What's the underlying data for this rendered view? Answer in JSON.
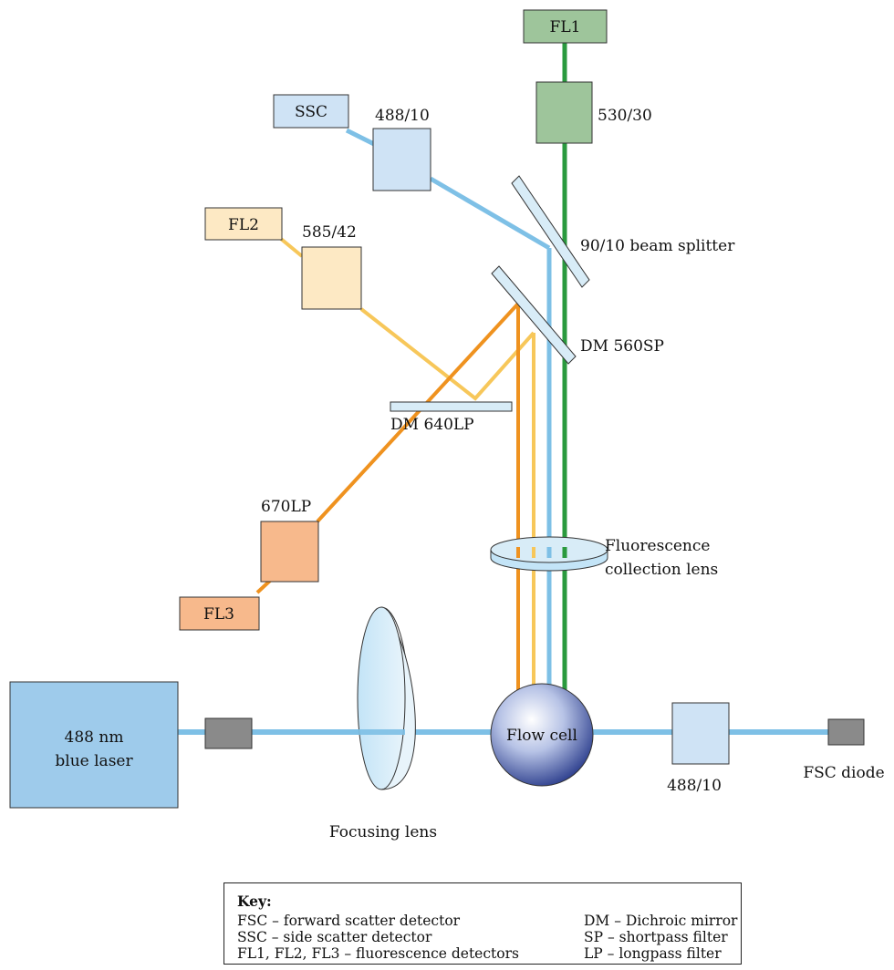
{
  "components": {
    "fl1": "FL1",
    "ssc": "SSC",
    "fl2": "FL2",
    "fl3": "FL3",
    "fsc_diode": "FSC diode",
    "laser_line1": "488 nm",
    "laser_line2": "blue laser",
    "flow_cell": "Flow cell",
    "focusing_lens": "Focusing lens",
    "collection_lens_line1": "Fluorescence",
    "collection_lens_line2": "collection lens",
    "filter_fl1": "530/30",
    "filter_ssc": "488/10",
    "filter_fl2": "585/42",
    "filter_fl3": "670LP",
    "filter_fsc": "488/10",
    "beam_splitter": "90/10 beam splitter",
    "dm_560": "DM 560SP",
    "dm_640": "DM 640LP"
  },
  "key": {
    "title": "Key:",
    "items_left": [
      "FSC – forward scatter detector",
      "SSC – side scatter detector",
      "FL1, FL2, FL3 – fluorescence detectors"
    ],
    "items_right": [
      "DM – Dichroic mirror",
      "SP – shortpass filter",
      "LP – longpass filter"
    ]
  },
  "colors": {
    "laser_blue": "#7ec0e6",
    "fl1_green": "#2a9a3e",
    "fl2_yellow": "#f7c75a",
    "fl3_orange": "#ef921f",
    "fl1_box": "#9ec59b",
    "ssc_box": "#cfe3f5",
    "fl2_box": "#fde9c4",
    "fl3_box": "#f7b98c",
    "laser_box": "#9ecbeb",
    "diode_gray": "#8a8a8a"
  }
}
